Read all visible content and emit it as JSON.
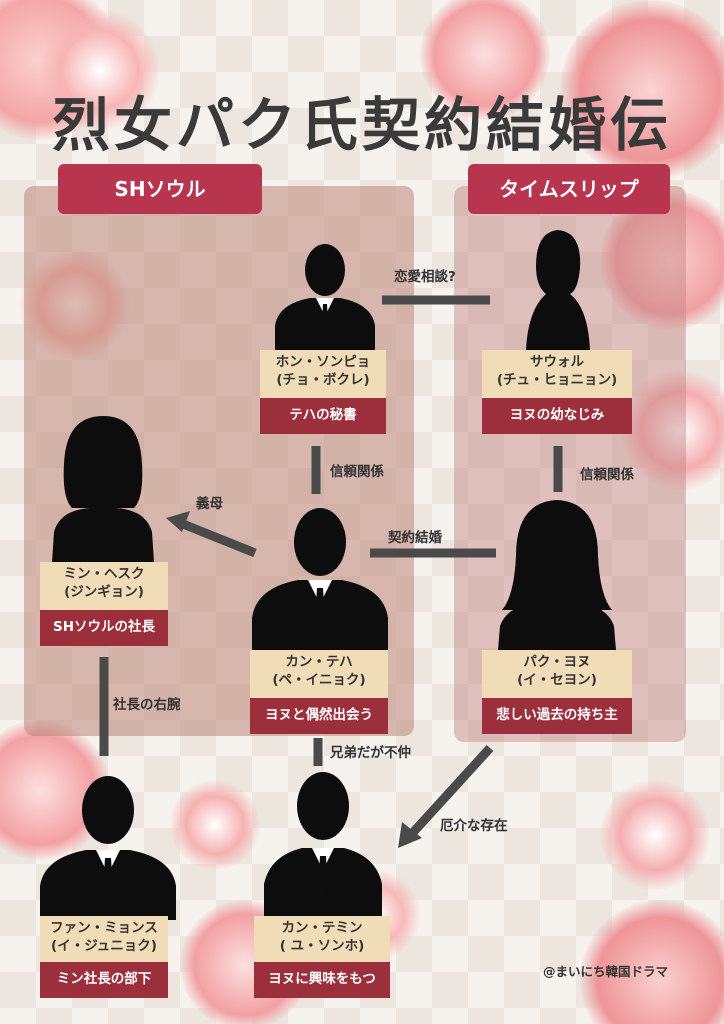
{
  "title": "烈女パク氏契約結婚伝",
  "zones": {
    "left": "SHソウル",
    "right": "タイムスリップ"
  },
  "characters": {
    "hong": {
      "name1": "ホン・ソンピョ",
      "name2": "(チョ・ボクレ)",
      "role": "テハの秘書"
    },
    "sawol": {
      "name1": "サウォル",
      "name2": "(チュ・ヒョニョン)",
      "role": "ヨヌの幼なじみ"
    },
    "min": {
      "name1": "ミン・ヘスク",
      "name2": "(ジンギョン)",
      "role": "SHソウルの社長"
    },
    "kang": {
      "name1": "カン・テハ",
      "name2": "(ペ・イニョク)",
      "role": "ヨヌと偶然出会う"
    },
    "park": {
      "name1": "パク・ヨヌ",
      "name2": "(イ・セヨン)",
      "role": "悲しい過去の持ち主"
    },
    "fan": {
      "name1": "ファン・ミョンス",
      "name2": "(イ・ジュニョク)",
      "role": "ミン社長の部下"
    },
    "temin": {
      "name1": "カン・テミン",
      "name2": "( ユ・ソンホ)",
      "role": "ヨヌに興味をもつ"
    }
  },
  "relations": {
    "love_consult": "恋愛相談?",
    "trust1": "信頼関係",
    "trust2": "信頼関係",
    "stepmother": "義母",
    "contract": "契約結婚",
    "right_hand": "社長の右腕",
    "brothers": "兄弟だが不仲",
    "trouble": "厄介な存在"
  },
  "credit": "@まいにち韓国ドラマ",
  "colors": {
    "zone_left": "#c99a8c",
    "zone_right": "#cfa09a",
    "zone_label": "#b8354f",
    "role_bg": "#9c2f3c",
    "name_bg": "#f0ddb8",
    "line": "#4a4a4a",
    "flower": "#f0a0a4"
  }
}
